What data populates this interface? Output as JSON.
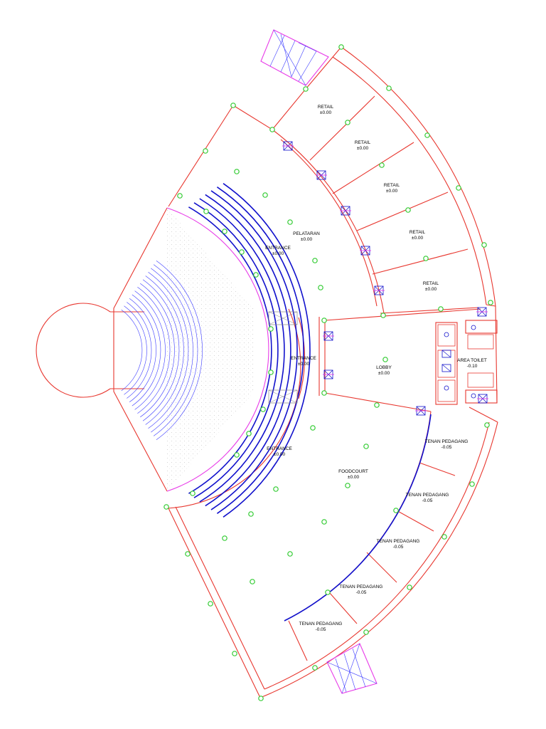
{
  "colors": {
    "wall": "#e8372f",
    "stair": "#1111cc",
    "amphitheatre_edge": "#e83ce8",
    "column": "#33cc33",
    "background": "#ffffff"
  },
  "rooms": {
    "retail_1": {
      "name": "RETAIL",
      "level": "±0.00"
    },
    "retail_2": {
      "name": "RETAIL",
      "level": "±0.00"
    },
    "retail_3": {
      "name": "RETAIL",
      "level": "±0.00"
    },
    "retail_4": {
      "name": "RETAIL",
      "level": "±0.00"
    },
    "retail_5": {
      "name": "RETAIL",
      "level": "±0.00"
    },
    "pelataran": {
      "name": "PELATARAN",
      "level": "±0.00"
    },
    "entrance_1": {
      "name": "ENTRANCE",
      "level": "±0.00"
    },
    "entrance_2": {
      "name": "ENTRANCE",
      "level": "±0.00"
    },
    "entrance_3": {
      "name": "ENTRANCE",
      "level": "±0.00"
    },
    "lobby": {
      "name": "LOBBY",
      "level": "±0.00"
    },
    "area_toilet": {
      "name": "AREA TOILET",
      "level": "-0.10"
    },
    "foodcourt": {
      "name": "FOODCOURT",
      "level": "±0.00"
    },
    "tenan_1": {
      "name": "TENAN PEDAGANG",
      "level": "-0.05"
    },
    "tenan_2": {
      "name": "TENAN PEDAGANG",
      "level": "-0.05"
    },
    "tenan_3": {
      "name": "TENAN PEDAGANG",
      "level": "-0.05"
    },
    "tenan_4": {
      "name": "TENAN PEDAGANG",
      "level": "-0.05"
    },
    "tenan_5": {
      "name": "TENAN PEDAGANG",
      "level": "-0.05"
    }
  }
}
